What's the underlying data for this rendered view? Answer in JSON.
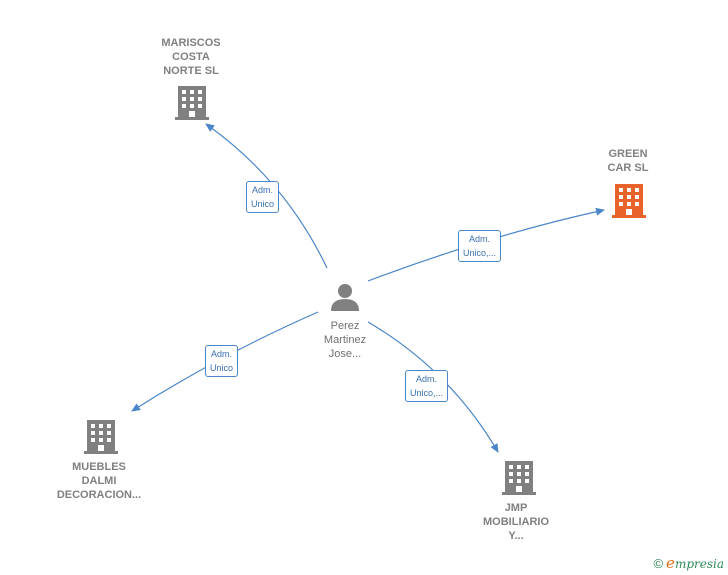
{
  "colors": {
    "edge": "#4a86c8",
    "company": "#808080",
    "highlight": "#e8622a",
    "person": "#808080",
    "brand": "#2e8b57"
  },
  "nodes": {
    "center": {
      "label": "Perez\nMartinez\nJose...",
      "icon": "person-icon"
    },
    "mariscos": {
      "label": "MARISCOS\nCOSTA\nNORTE  SL",
      "icon": "building-icon"
    },
    "green": {
      "label": "GREEN\nCAR  SL",
      "icon": "building-icon"
    },
    "muebles": {
      "label": "MUEBLES\nDALMI\nDECORACION...",
      "icon": "building-icon"
    },
    "jmp": {
      "label": "JMP\nMOBILIARIO\nY...",
      "icon": "building-icon"
    }
  },
  "edges": {
    "mariscos": {
      "label": "Adm.\nUnico"
    },
    "green": {
      "label": "Adm.\nUnico,..."
    },
    "muebles": {
      "label": "Adm.\nUnico"
    },
    "jmp": {
      "label": "Adm.\nUnico,..."
    }
  },
  "footer": {
    "copyright": "©",
    "brand_first": "e",
    "brand_rest": "mpresia"
  }
}
